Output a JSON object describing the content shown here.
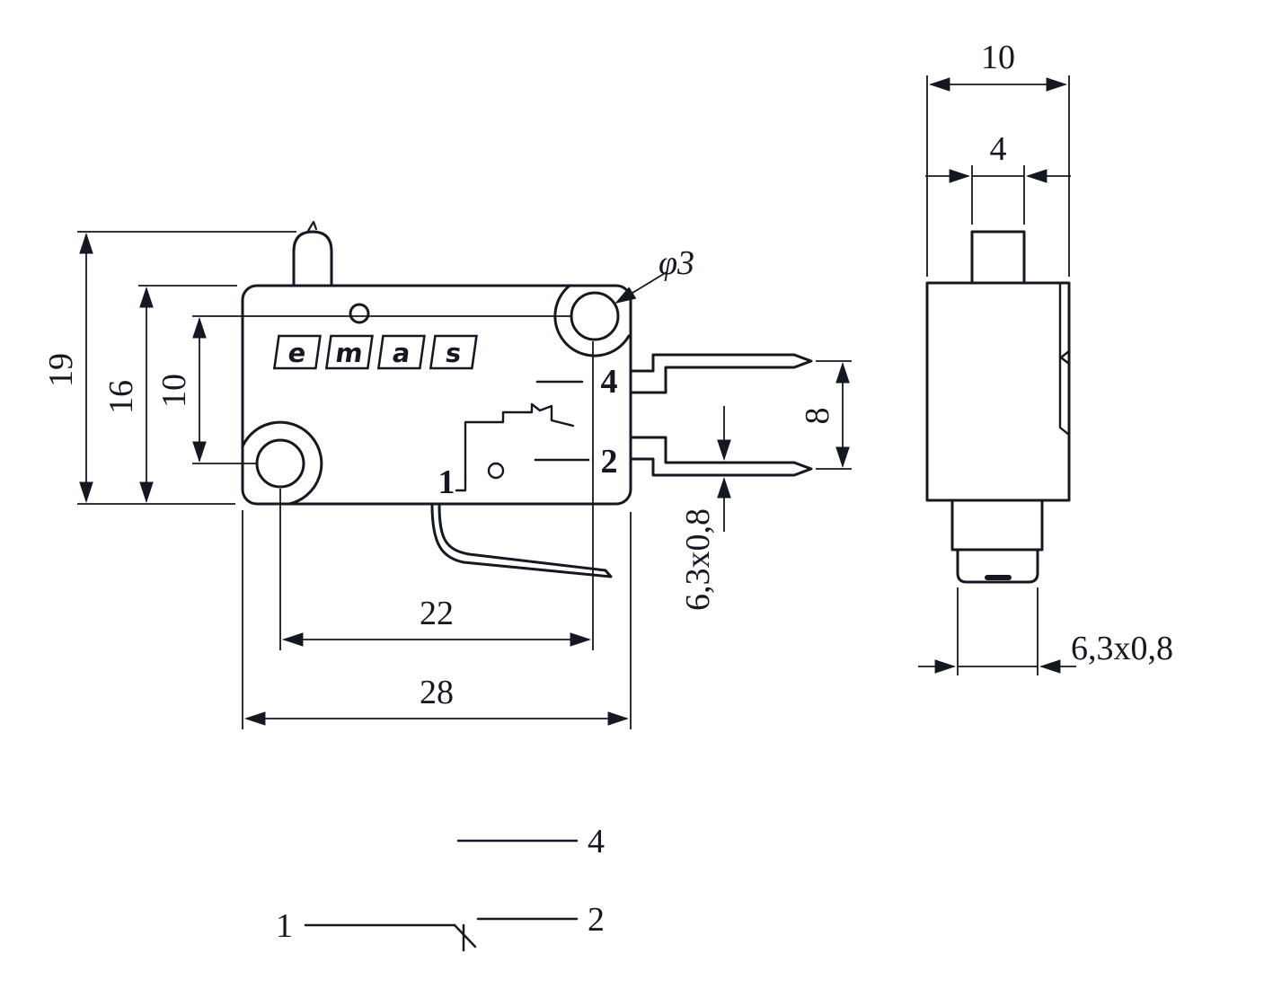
{
  "logo": {
    "letters": [
      "e",
      "m",
      "a",
      "s"
    ]
  },
  "front": {
    "dims": {
      "total_height": "19",
      "body_height": "16",
      "hole_spacing_v": "10",
      "hole_dia": "φ3",
      "pin_spacing": "8",
      "terminal_size": "6,3x0,8",
      "hole_spacing_h": "22",
      "body_width": "28"
    },
    "terminals": {
      "t4": "4",
      "t2": "2",
      "t1": "1"
    }
  },
  "side": {
    "dims": {
      "depth": "10",
      "plunger_width": "4",
      "terminal_size": "6,3x0,8"
    }
  },
  "schematic": {
    "t4": "4",
    "t1": "1",
    "t2": "2"
  }
}
